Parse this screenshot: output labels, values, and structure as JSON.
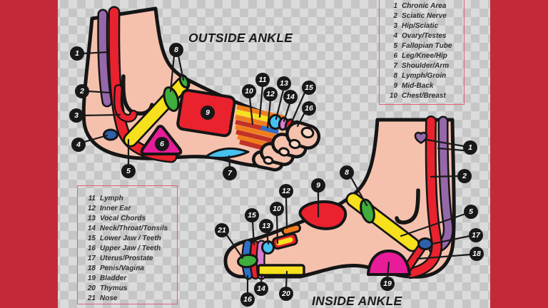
{
  "titles": {
    "outside": "OUTSIDE ANKLE",
    "inside": "INSIDE ANKLE"
  },
  "legends": {
    "outside_ankle": {
      "items": [
        {
          "num": "1",
          "label": "Chronic Area"
        },
        {
          "num": "2",
          "label": "Sciatic Nerve"
        },
        {
          "num": "3",
          "label": "Hip/Sciatic"
        },
        {
          "num": "4",
          "label": "Ovary/Testes"
        },
        {
          "num": "5",
          "label": "Fallopian Tube"
        },
        {
          "num": "6",
          "label": "Leg/Knee/Hip"
        },
        {
          "num": "7",
          "label": "Shoulder/Arm"
        },
        {
          "num": "8",
          "label": "Lymph/Groin"
        },
        {
          "num": "9",
          "label": "Mid-Back"
        },
        {
          "num": "10",
          "label": "Chest/Breast"
        }
      ]
    },
    "inside_ankle": {
      "items": [
        {
          "num": "11",
          "label": "Lymph"
        },
        {
          "num": "12",
          "label": "Inner Ear"
        },
        {
          "num": "13",
          "label": "Vocal Chords"
        },
        {
          "num": "14",
          "label": "Neck/Throat/Tonsils"
        },
        {
          "num": "15",
          "label": "Lower Jaw / Teeth"
        },
        {
          "num": "16",
          "label": "Upper Jaw / Teeth"
        },
        {
          "num": "17",
          "label": "Uterus/Prostate"
        },
        {
          "num": "18",
          "label": "Penis/Vagina"
        },
        {
          "num": "19",
          "label": "Bladder"
        },
        {
          "num": "20",
          "label": "Thymus"
        },
        {
          "num": "21",
          "label": "Nose"
        }
      ]
    }
  },
  "callouts": {
    "outside": [
      "1",
      "2",
      "3",
      "4",
      "5",
      "6",
      "7",
      "8",
      "9",
      "10",
      "11",
      "12",
      "13",
      "14",
      "15",
      "16"
    ],
    "inside": [
      "1",
      "2",
      "5",
      "8",
      "9",
      "10",
      "12",
      "13",
      "14",
      "15",
      "16",
      "17",
      "18",
      "19",
      "20",
      "21"
    ]
  },
  "palette": {
    "side_bar_red": "#c42939",
    "checker_light": "#dbdbdb",
    "checker_dark": "#c6c6c6",
    "skin": "#f5c1ad",
    "nail": "#f9d6c6",
    "outline_black": "#151515",
    "region_red": "#e9222e",
    "region_purple": "#9568aa",
    "region_yellow": "#f7e01c",
    "region_green": "#3fae3c",
    "region_magenta": "#e81c98",
    "region_cyan": "#45c1f0",
    "region_blue": "#3060aa",
    "stripe_blue": "#2e6fc5",
    "stripe_orange": "#ef7d1c",
    "stripe_dark_red": "#c13227",
    "stripe_pink": "#d77fd0",
    "balloon_bg": "#181818",
    "balloon_text": "#ffffff",
    "legend_border": "#e0607a",
    "legend_text": "#2e2e2e"
  }
}
